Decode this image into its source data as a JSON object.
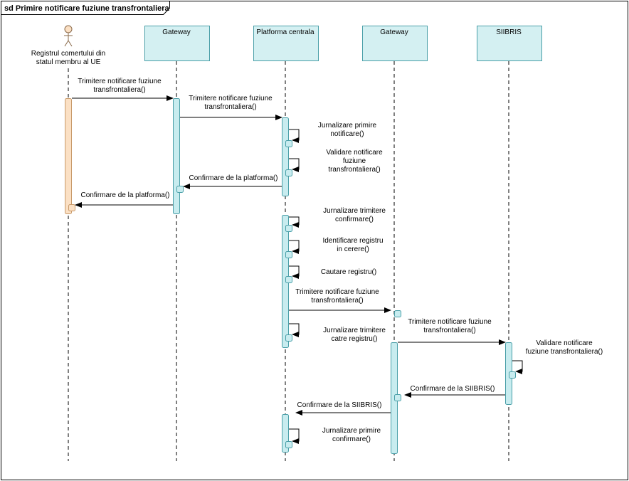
{
  "diagram": {
    "title": "sd Primire notificare fuziune transfrontaliera",
    "colors": {
      "lifeline_fill": "#d4f0f2",
      "lifeline_stroke": "#4a9fa8",
      "actor_activation": "#fbe0c4",
      "actor_activation_stroke": "#c89a6a",
      "activation_fill": "#c8ecef",
      "frame_stroke": "#000000"
    }
  },
  "participants": [
    {
      "id": "actor",
      "kind": "actor",
      "label_lines": [
        "Registrul comertului din",
        "statul membru al UE"
      ]
    },
    {
      "id": "gw1",
      "kind": "box",
      "label_lines": [
        "Gateway"
      ]
    },
    {
      "id": "pc",
      "kind": "box",
      "label_lines": [
        "Platforma centrala"
      ]
    },
    {
      "id": "gw2",
      "kind": "box",
      "label_lines": [
        "Gateway"
      ]
    },
    {
      "id": "sii",
      "kind": "box",
      "label_lines": [
        "SIIBRIS"
      ]
    }
  ],
  "messages": [
    {
      "id": "m1",
      "type": "call",
      "from": "actor",
      "to": "gw1",
      "label_lines": [
        "Trimitere notificare fuziune",
        "transfrontaliera()"
      ]
    },
    {
      "id": "m2",
      "type": "call",
      "from": "gw1",
      "to": "pc",
      "label_lines": [
        "Trimitere notificare fuziune",
        "transfrontaliera()"
      ]
    },
    {
      "id": "m3",
      "type": "self",
      "on": "pc",
      "label_lines": [
        "Jurnalizare primire",
        "notificare()"
      ]
    },
    {
      "id": "m4",
      "type": "self",
      "on": "pc",
      "label_lines": [
        "Validare notificare",
        "fuziune",
        "transfrontaliera()"
      ]
    },
    {
      "id": "m5",
      "type": "call",
      "from": "pc",
      "to": "gw1",
      "label_lines": [
        "Confirmare de la platforma()"
      ]
    },
    {
      "id": "m6",
      "type": "call",
      "from": "gw1",
      "to": "actor",
      "label_lines": [
        "Confirmare de la platforma()"
      ]
    },
    {
      "id": "m7",
      "type": "self",
      "on": "pc",
      "label_lines": [
        "Jurnalizare trimitere",
        "confirmare()"
      ]
    },
    {
      "id": "m8",
      "type": "self",
      "on": "pc",
      "label_lines": [
        "Identificare registru",
        "in cerere()"
      ]
    },
    {
      "id": "m9",
      "type": "self",
      "on": "pc",
      "label_lines": [
        "Cautare registru()"
      ]
    },
    {
      "id": "m10",
      "type": "call",
      "from": "pc",
      "to": "gw2",
      "label_lines": [
        "Trimitere notificare fuziune",
        "transfrontaliera()"
      ]
    },
    {
      "id": "m11",
      "type": "self",
      "on": "pc",
      "label_lines": [
        "Jurnalizare trimitere",
        "catre registru()"
      ]
    },
    {
      "id": "m12",
      "type": "call",
      "from": "gw2",
      "to": "sii",
      "label_lines": [
        "Trimitere notificare fuziune",
        "transfrontaliera()"
      ]
    },
    {
      "id": "m13",
      "type": "self",
      "on": "sii",
      "label_lines": [
        "Validare notificare",
        "fuziune transfrontaliera()"
      ]
    },
    {
      "id": "m14",
      "type": "call",
      "from": "sii",
      "to": "gw2",
      "label_lines": [
        "Confirmare de la SIIBRIS()"
      ]
    },
    {
      "id": "m15",
      "type": "call",
      "from": "gw2",
      "to": "pc",
      "label_lines": [
        "Confirmare de la SIIBRIS()"
      ]
    },
    {
      "id": "m16",
      "type": "self",
      "on": "pc",
      "label_lines": [
        "Jurnalizare primire",
        "confirmare()"
      ]
    }
  ]
}
